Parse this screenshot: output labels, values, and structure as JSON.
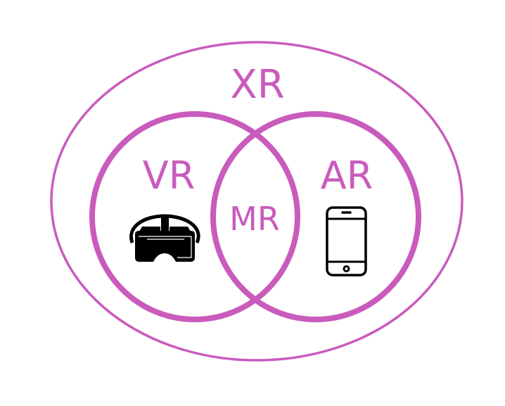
{
  "diagram": {
    "accent_color": "#c95bbd",
    "icon_color": "#000000",
    "outer": {
      "label": "XR"
    },
    "left": {
      "label": "VR",
      "icon": "vr-headset-icon"
    },
    "right": {
      "label": "AR",
      "icon": "smartphone-icon"
    },
    "intersection": {
      "label": "MR"
    }
  }
}
